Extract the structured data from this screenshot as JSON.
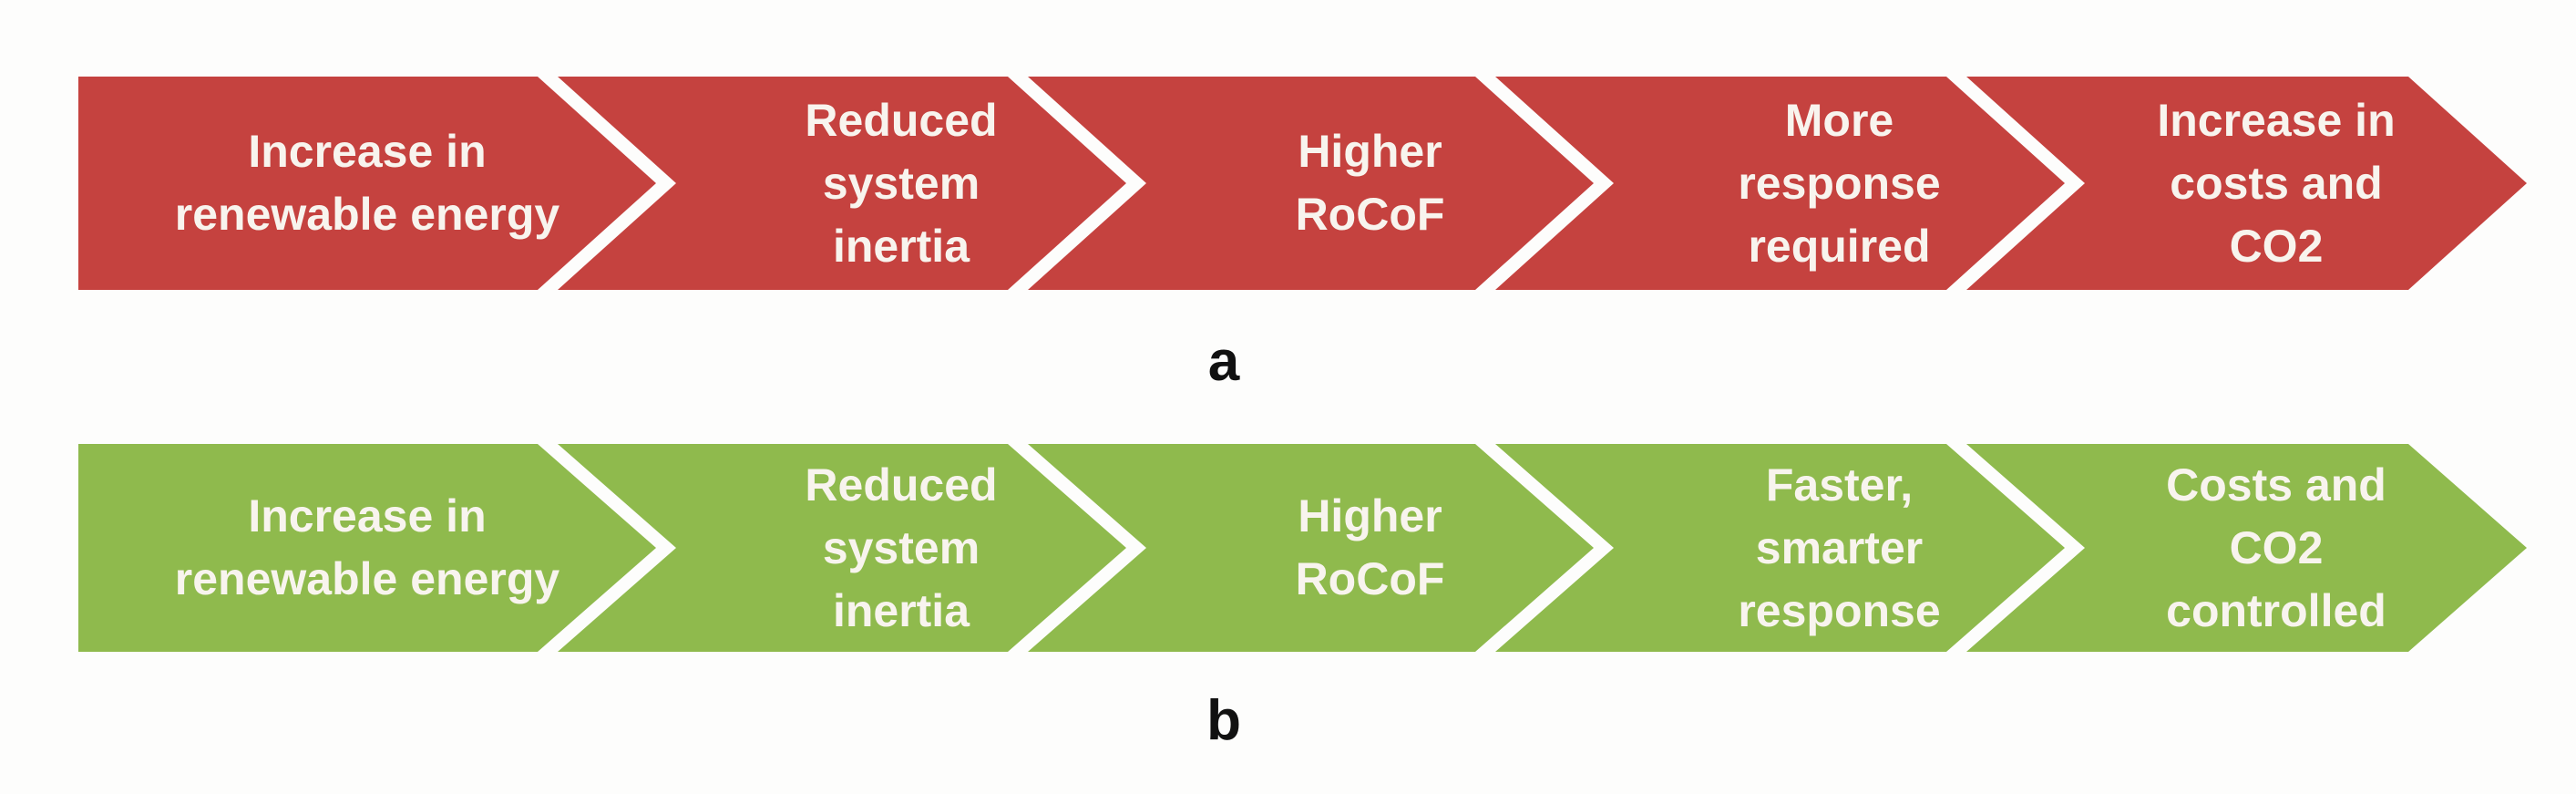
{
  "figure": {
    "background_color": "#fdfdfc",
    "text_color": "#f8f4ee",
    "caption_color": "#111111",
    "flows": [
      {
        "caption": "a",
        "color": "#c5423f",
        "steps": [
          "Increase in\nrenewable energy",
          "Reduced\nsystem\ninertia",
          "Higher\nRoCoF",
          "More\nresponse\nrequired",
          "Increase in\ncosts and\nCO2"
        ]
      },
      {
        "caption": "b",
        "color": "#8fba4d",
        "steps": [
          "Increase in\nrenewable energy",
          "Reduced\nsystem\ninertia",
          "Higher\nRoCoF",
          "Faster,\nsmarter\nresponse",
          "Costs and\nCO2\ncontrolled"
        ]
      }
    ]
  }
}
